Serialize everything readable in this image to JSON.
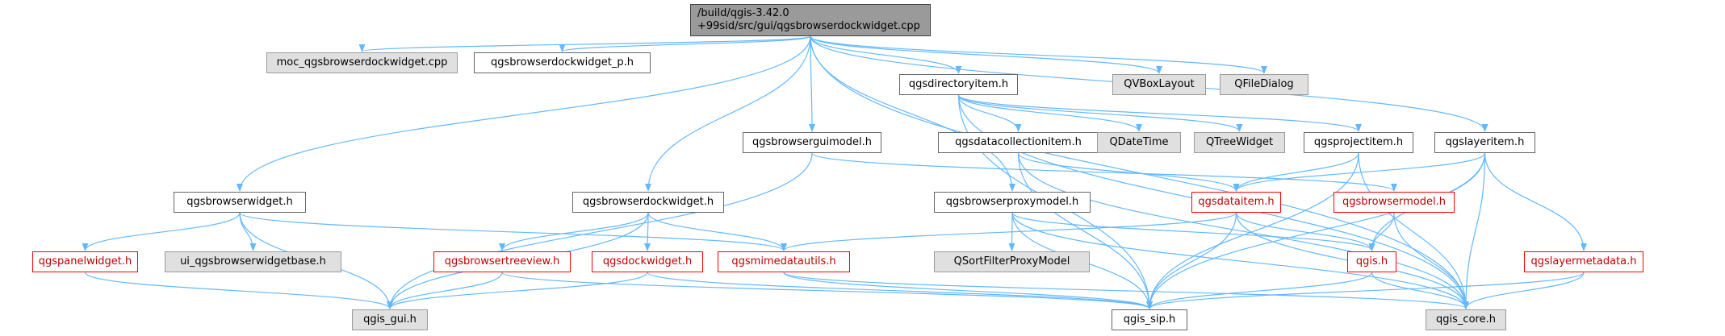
{
  "colors": {
    "edge": "#63b8ff",
    "root_fill": "#9a9a9a",
    "system_fill": "#e0e0e0",
    "incomplete_border": "#ff0000"
  },
  "graph": {
    "root": {
      "id": "root",
      "line1": "/build/qgis-3.42.0",
      "line2": "+99sid/src/gui/qgsbrowserdockwidget.cpp"
    },
    "nodes": [
      {
        "id": "moc",
        "label": "moc_qgsbrowserdockwidget.cpp",
        "style": "system"
      },
      {
        "id": "dockp",
        "label": "qgsbrowserdockwidget_p.h",
        "style": "normal"
      },
      {
        "id": "diritem",
        "label": "qgsdirectoryitem.h",
        "style": "normal"
      },
      {
        "id": "qvbox",
        "label": "QVBoxLayout",
        "style": "system"
      },
      {
        "id": "qfile",
        "label": "QFileDialog",
        "style": "system"
      },
      {
        "id": "guimodel",
        "label": "qgsbrowserguimodel.h",
        "style": "normal"
      },
      {
        "id": "collitem",
        "label": "qgsdatacollectionitem.h",
        "style": "normal"
      },
      {
        "id": "qdatetime",
        "label": "QDateTime",
        "style": "system"
      },
      {
        "id": "qtree",
        "label": "QTreeWidget",
        "style": "system"
      },
      {
        "id": "projitem",
        "label": "qgsprojectitem.h",
        "style": "normal"
      },
      {
        "id": "layeritem",
        "label": "qgslayeritem.h",
        "style": "normal"
      },
      {
        "id": "bwidget",
        "label": "qgsbrowserwidget.h",
        "style": "normal"
      },
      {
        "id": "bdock",
        "label": "qgsbrowserdockwidget.h",
        "style": "normal"
      },
      {
        "id": "proxy",
        "label": "qgsbrowserproxymodel.h",
        "style": "normal"
      },
      {
        "id": "dataitem",
        "label": "qgsdataitem.h",
        "style": "incomplete"
      },
      {
        "id": "bmodel",
        "label": "qgsbrowsermodel.h",
        "style": "incomplete"
      },
      {
        "id": "panel",
        "label": "qgspanelwidget.h",
        "style": "incomplete"
      },
      {
        "id": "uibase",
        "label": "ui_qgsbrowserwidgetbase.h",
        "style": "system"
      },
      {
        "id": "treeview",
        "label": "qgsbrowsertreeview.h",
        "style": "incomplete"
      },
      {
        "id": "dockw",
        "label": "qgsdockwidget.h",
        "style": "incomplete"
      },
      {
        "id": "mime",
        "label": "qgsmimedatautils.h",
        "style": "incomplete"
      },
      {
        "id": "qsort",
        "label": "QSortFilterProxyModel",
        "style": "system"
      },
      {
        "id": "qgish",
        "label": "qgis.h",
        "style": "incomplete"
      },
      {
        "id": "layermeta",
        "label": "qgslayermetadata.h",
        "style": "incomplete"
      },
      {
        "id": "gui",
        "label": "qgis_gui.h",
        "style": "system"
      },
      {
        "id": "sip",
        "label": "qgis_sip.h",
        "style": "normal"
      },
      {
        "id": "core",
        "label": "qgis_core.h",
        "style": "system"
      }
    ],
    "edges": [
      [
        "root",
        "moc"
      ],
      [
        "root",
        "dockp"
      ],
      [
        "root",
        "diritem"
      ],
      [
        "root",
        "qvbox"
      ],
      [
        "root",
        "qfile"
      ],
      [
        "root",
        "guimodel"
      ],
      [
        "root",
        "bwidget"
      ],
      [
        "root",
        "bdock"
      ],
      [
        "root",
        "proxy"
      ],
      [
        "root",
        "layeritem"
      ],
      [
        "root",
        "core"
      ],
      [
        "diritem",
        "collitem"
      ],
      [
        "diritem",
        "qdatetime"
      ],
      [
        "diritem",
        "qtree"
      ],
      [
        "diritem",
        "projitem"
      ],
      [
        "diritem",
        "core"
      ],
      [
        "diritem",
        "sip"
      ],
      [
        "collitem",
        "dataitem"
      ],
      [
        "collitem",
        "core"
      ],
      [
        "collitem",
        "sip"
      ],
      [
        "projitem",
        "dataitem"
      ],
      [
        "projitem",
        "core"
      ],
      [
        "projitem",
        "sip"
      ],
      [
        "layeritem",
        "dataitem"
      ],
      [
        "layeritem",
        "layermeta"
      ],
      [
        "layeritem",
        "qgish"
      ],
      [
        "layeritem",
        "core"
      ],
      [
        "layeritem",
        "sip"
      ],
      [
        "guimodel",
        "bmodel"
      ],
      [
        "guimodel",
        "gui"
      ],
      [
        "bwidget",
        "panel"
      ],
      [
        "bwidget",
        "uibase"
      ],
      [
        "bwidget",
        "mime"
      ],
      [
        "bwidget",
        "gui"
      ],
      [
        "bdock",
        "treeview"
      ],
      [
        "bdock",
        "dockw"
      ],
      [
        "bdock",
        "mime"
      ],
      [
        "bdock",
        "gui"
      ],
      [
        "proxy",
        "qsort"
      ],
      [
        "proxy",
        "qgish"
      ],
      [
        "proxy",
        "core"
      ],
      [
        "proxy",
        "sip"
      ],
      [
        "dataitem",
        "mime"
      ],
      [
        "dataitem",
        "qgish"
      ],
      [
        "dataitem",
        "core"
      ],
      [
        "dataitem",
        "sip"
      ],
      [
        "bmodel",
        "qgish"
      ],
      [
        "bmodel",
        "core"
      ],
      [
        "panel",
        "gui"
      ],
      [
        "treeview",
        "gui"
      ],
      [
        "treeview",
        "sip"
      ],
      [
        "dockw",
        "gui"
      ],
      [
        "dockw",
        "sip"
      ],
      [
        "mime",
        "sip"
      ],
      [
        "mime",
        "core"
      ],
      [
        "qgish",
        "sip"
      ],
      [
        "qgish",
        "core"
      ],
      [
        "layermeta",
        "sip"
      ],
      [
        "layermeta",
        "core"
      ]
    ]
  }
}
